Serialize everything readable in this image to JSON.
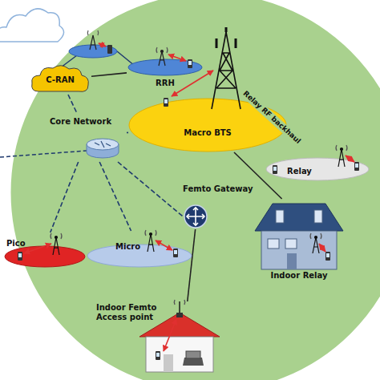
{
  "diagram": {
    "nodes": [
      {
        "text": [
          "C-RAN"
        ]
      },
      {
        "text": [
          "RRH"
        ]
      },
      {
        "text": [
          "Macro BTS"
        ]
      },
      {
        "text": [
          "Core Network"
        ]
      },
      {
        "text": [
          "Relay"
        ]
      },
      {
        "text": [
          "Femto Gateway"
        ]
      },
      {
        "text": [
          "Indoor Relay"
        ]
      },
      {
        "text": [
          "Pico"
        ]
      },
      {
        "text": [
          "Micro"
        ]
      },
      {
        "text": [
          "Indoor Femto Access point"
        ]
      }
    ],
    "edges": [
      {
        "from": 0,
        "to": 1,
        "arrow": "none"
      },
      {
        "from": 0,
        "to": 3,
        "arrow": "none"
      },
      {
        "from": 3,
        "to": 2,
        "arrow": "none"
      },
      {
        "from": 2,
        "to": 4,
        "arrow": "none",
        "label": "Relay RF backhaul"
      },
      {
        "from": 2,
        "to": 6,
        "arrow": "none"
      },
      {
        "from": 3,
        "to": 5,
        "arrow": "none"
      },
      {
        "from": 3,
        "to": 7,
        "arrow": "none"
      },
      {
        "from": 3,
        "to": 8,
        "arrow": "none"
      },
      {
        "from": 5,
        "to": 9,
        "arrow": "none"
      }
    ]
  }
}
